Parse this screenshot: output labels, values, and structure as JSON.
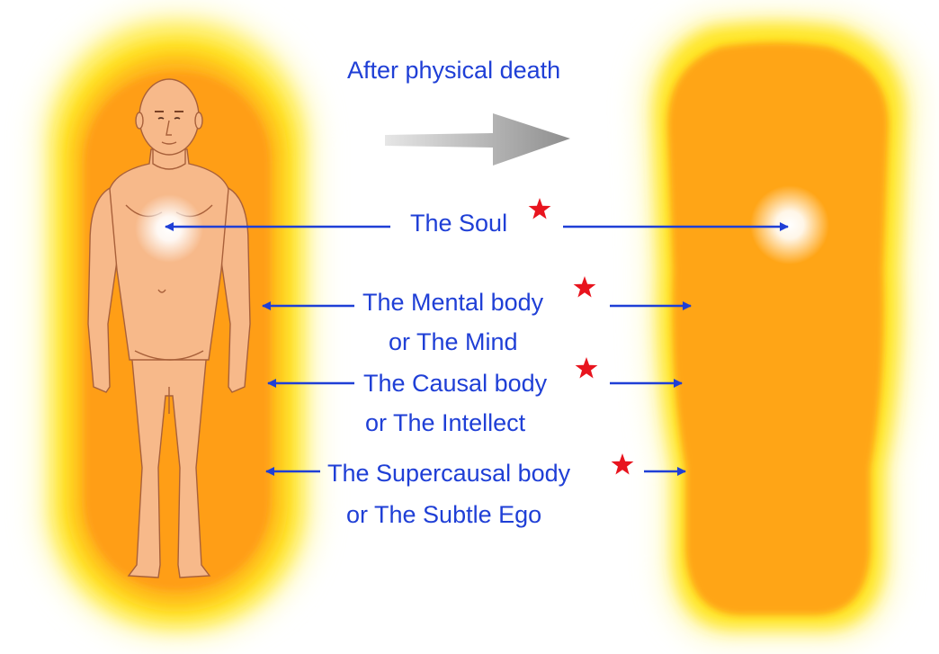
{
  "caption": "After physical death",
  "labels": {
    "soul": "The Soul",
    "mental_line1": "The Mental body",
    "mental_line2": "or The Mind",
    "causal_line1": "The Causal body",
    "causal_line2": "or The Intellect",
    "supercausal_line1": "The Supercausal body",
    "supercausal_line2": "or The Subtle Ego"
  },
  "colors": {
    "text": "#1f3fd6",
    "arrow": "#1f3fd6",
    "star": "#e8141e",
    "aura_outer": "#fff59a",
    "aura_yellow": "#ffe11a",
    "aura_orange": "#ff9f0a",
    "skin": "#f7b98a",
    "transition_arrow": "#9a9a9a"
  },
  "icons": [
    "star-icon",
    "transition-arrow-icon",
    "human-figure",
    "subtle-body"
  ]
}
